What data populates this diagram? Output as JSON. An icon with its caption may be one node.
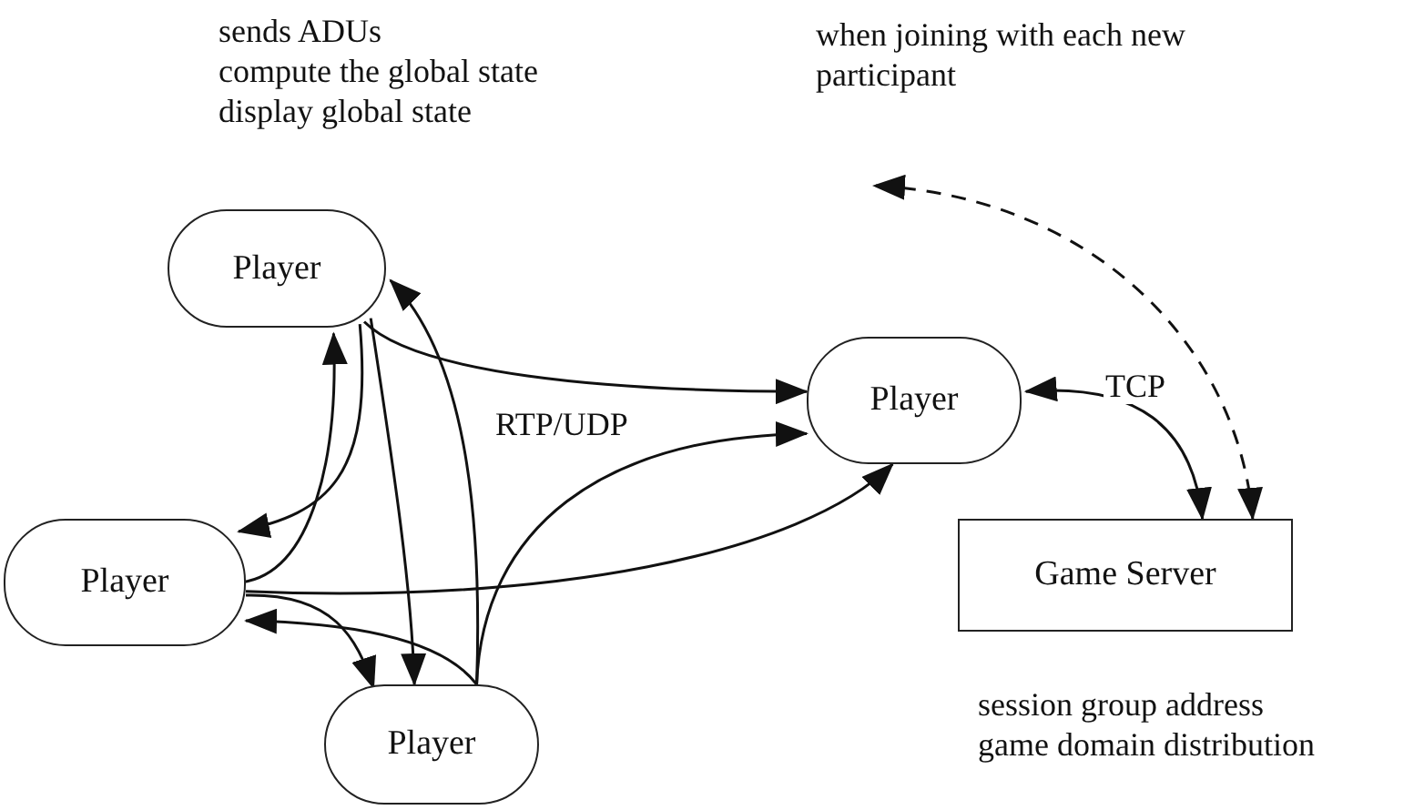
{
  "diagram": {
    "nodes": [
      {
        "text": [
          "Player"
        ],
        "beside": [
          "sends ADUs",
          "compute the global state",
          "display global state"
        ]
      },
      {
        "text": [
          "Player"
        ]
      },
      {
        "text": [
          "Player"
        ]
      },
      {
        "text": [
          "Player"
        ]
      },
      {
        "text": [
          "Game Server"
        ],
        "beside": [
          "session group address",
          "game domain distribution"
        ]
      }
    ],
    "edges": [
      {
        "from": 0,
        "to": 1,
        "arrow": "to"
      },
      {
        "from": 3,
        "to": 1,
        "arrow": "to"
      },
      {
        "from": 2,
        "to": 1,
        "arrow": "to"
      },
      {
        "from": 2,
        "to": 0,
        "arrow": "to"
      },
      {
        "from": 0,
        "to": 2,
        "arrow": "to"
      },
      {
        "from": 0,
        "to": 3,
        "arrow": "to"
      },
      {
        "from": 3,
        "to": 0,
        "arrow": "to"
      },
      {
        "from": 2,
        "to": 3,
        "arrow": "to"
      },
      {
        "from": 3,
        "to": 2,
        "arrow": "to"
      },
      {
        "from": 1,
        "to": 4,
        "arrow": "both",
        "label": "TCP"
      },
      {
        "from": 4,
        "to": null,
        "arrow": "both",
        "style": "dashed"
      }
    ],
    "labels": [
      "RTP/UDP",
      "when joining with each new participant"
    ]
  }
}
